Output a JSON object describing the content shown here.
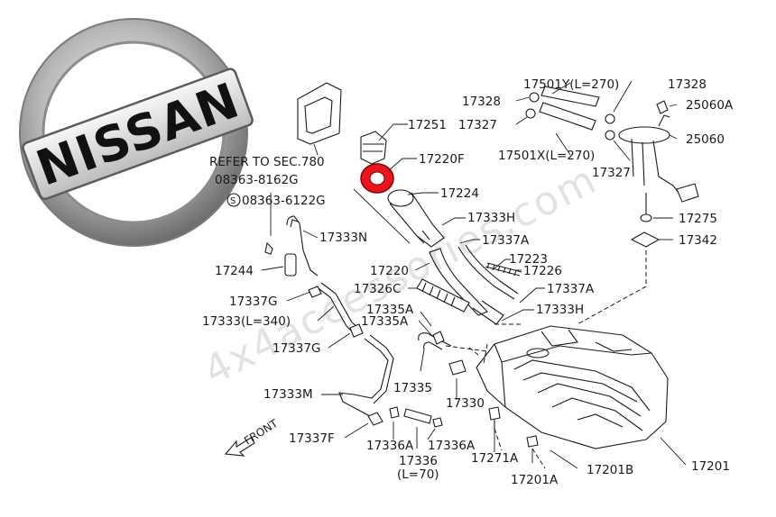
{
  "logo": {
    "brand": "NISSAN"
  },
  "watermark": "4x4accessories.com",
  "colors": {
    "highlight_part": "#e8161c",
    "line": "#1a1a1a",
    "logo_ring": "#8c8c8c"
  },
  "labels": {
    "p17251": "17251",
    "p17220F": "17220F",
    "p17224": "17224",
    "p17333H_top": "17333H",
    "p17337A_top": "17337A",
    "p17223": "17223",
    "p17226": "17226",
    "p17220": "17220",
    "p17326C": "17326C",
    "p17337A_mid": "17337A",
    "p17333H_mid": "17333H",
    "p17335A_1": "17335A",
    "p17335A_2": "17335A",
    "p17335": "17335",
    "p17330": "17330",
    "p17333M": "17333M",
    "p17337F": "17337F",
    "p17336A_1": "17336A",
    "p17336A_2": "17336A",
    "p17336": "17336",
    "p17336_len": "(L=70)",
    "p17271A": "17271A",
    "p17201A": "17201A",
    "p17201B": "17201B",
    "p17201": "17201",
    "p17244": "17244",
    "p17333N": "17333N",
    "p17337G_1": "17337G",
    "p17333_len": "17333(L=340)",
    "p17337G_2": "17337G",
    "ref_sec": "REFER TO SEC.780",
    "bolt1": "08363-8162G",
    "bolt2": "08363-6122G",
    "p17501Y": "17501Y(L=270)",
    "p17328_left": "17328",
    "p17327_left": "17327",
    "p17501X": "17501X(L=270)",
    "p17328_right": "17328",
    "p25060A": "25060A",
    "p25060": "25060",
    "p17327_right": "17327",
    "p17275": "17275",
    "p17342": "17342",
    "front": "FRONT"
  }
}
